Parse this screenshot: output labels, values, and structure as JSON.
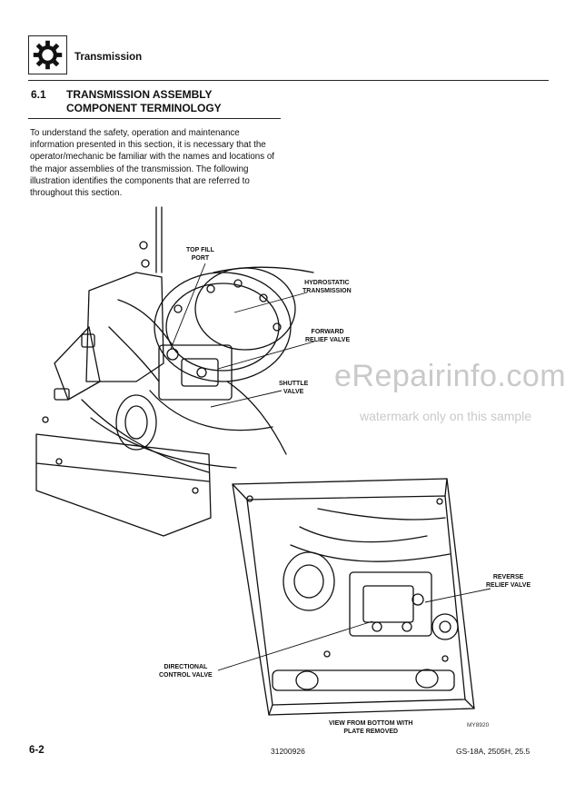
{
  "header": {
    "chapter_icon": "gear-icon",
    "chapter_title": "Transmission"
  },
  "section": {
    "number": "6.1",
    "title_line1": "TRANSMISSION ASSEMBLY",
    "title_line2": "COMPONENT TERMINOLOGY"
  },
  "intro_text": "To understand the safety, operation and maintenance information presented in this section, it is necessary that the operator/mechanic be familiar with the names and locations of the major assemblies of the transmission. The following illustration identifies the components that are referred to throughout this section.",
  "callouts": {
    "top_fill_port": [
      "TOP FILL",
      "PORT"
    ],
    "hydrostatic_transmission": [
      "HYDROSTATIC",
      "TRANSMISSION"
    ],
    "forward_relief_valve": [
      "FORWARD",
      "RELIEF VALVE"
    ],
    "shuttle_valve": [
      "SHUTTLE",
      "VALVE"
    ],
    "reverse_relief_valve": [
      "REVERSE",
      "RELIEF VALVE"
    ],
    "directional_control_valve": [
      "DIRECTIONAL",
      "CONTROL VALVE"
    ],
    "bottom_view_caption": [
      "VIEW FROM BOTTOM WITH",
      "PLATE REMOVED"
    ]
  },
  "figure_id": "MY8920",
  "watermark": {
    "main": "eRepairinfo.com",
    "sub": "watermark only on this sample"
  },
  "footer": {
    "page_number": "6-2",
    "document_number": "31200926",
    "models": "GS-18A, 2505H, 25.5"
  }
}
